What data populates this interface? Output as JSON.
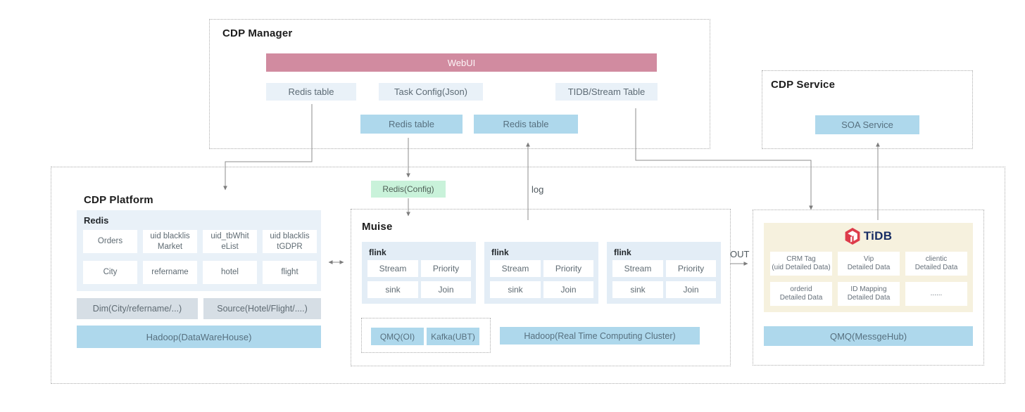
{
  "cdp_manager": {
    "title": "CDP Manager",
    "webui": "WebUI",
    "row1": [
      "Redis table",
      "Task Config(Json)",
      "TIDB/Stream Table"
    ],
    "row2": [
      "Redis table",
      "Redis table"
    ]
  },
  "cdp_service": {
    "title": "CDP Service",
    "soa": "SOA Service"
  },
  "platform": {
    "title": "CDP Platform",
    "redis": {
      "title": "Redis",
      "cells": [
        [
          "Orders"
        ],
        [
          "uid blacklis",
          "Market"
        ],
        [
          "uid_tbWhit",
          "eList"
        ],
        [
          "uid blacklis",
          "tGDPR"
        ],
        [
          "City"
        ],
        [
          "refername"
        ],
        [
          "hotel"
        ],
        [
          "flight"
        ]
      ]
    },
    "dim": "Dim(City/refername/...)",
    "source": "Source(Hotel/Flight/....)",
    "hadoop_dwh": "Hadoop(DataWareHouse)",
    "muise": {
      "title": "Muise",
      "flink": {
        "label": "flink",
        "cells": [
          "Stream",
          "Priority",
          "sink",
          "Join"
        ]
      },
      "qmq": "QMQ(OI)",
      "kafka": "Kafka(UBT)",
      "hadoop_rtcc": "Hadoop(Real Time Computing Cluster)"
    },
    "tidb": {
      "logo_text": "TiDB",
      "cells": [
        [
          "CRM Tag",
          "(uid Detailed Data)"
        ],
        [
          "Vip",
          "Detailed Data"
        ],
        [
          "clientic",
          "Detailed Data"
        ],
        [
          "orderid",
          "Detailed Data"
        ],
        [
          "ID Mapping",
          "Detailed Data"
        ],
        [
          "......"
        ]
      ],
      "qmq_hub": "QMQ(MessgeHub)"
    }
  },
  "labels": {
    "redis_config": "Redis(Config)",
    "log": "log",
    "out": "OUT"
  },
  "colors": {
    "webui_pink": "#d18ba0",
    "block_blue": "#aed8ec",
    "light_panel": "#e9f1f8",
    "config_green": "#c9f2da",
    "dim_gray": "#d6dee5",
    "tidb_beige": "#f6f1de",
    "tidb_logo_red": "#dd3c4b",
    "wire_gray": "#808080"
  }
}
